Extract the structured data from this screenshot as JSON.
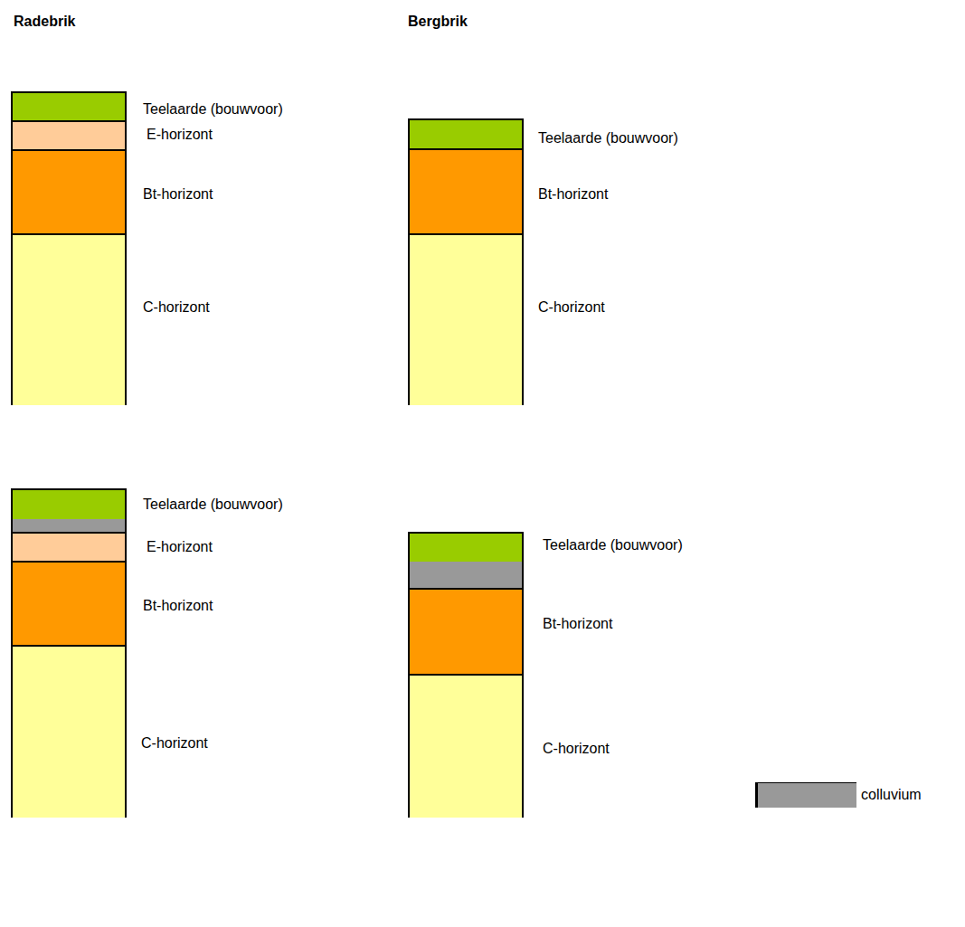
{
  "diagram": {
    "nodes": [
      {
        "text": [
          "Teelaarde (bouwvoor)"
        ]
      },
      {
        "text": [
          "E-horizont"
        ]
      },
      {
        "text": [
          "Bt-horizont"
        ]
      },
      {
        "text": [
          "C-horizont"
        ]
      },
      {
        "text": [
          "Teelaarde (bouwvoor)"
        ]
      },
      {
        "text": [
          "Bt-horizont"
        ]
      },
      {
        "text": [
          "C-horizont"
        ]
      },
      {
        "text": [
          "Teelaarde (bouwvoor)"
        ]
      },
      {
        "text": [
          "E-horizont"
        ]
      },
      {
        "text": [
          "Bt-horizont"
        ]
      },
      {
        "text": [
          "C-horizont"
        ]
      },
      {
        "text": [
          "Teelaarde (bouwvoor)"
        ]
      },
      {
        "text": [
          "Bt-horizont"
        ]
      },
      {
        "text": [
          "C-horizont"
        ]
      }
    ],
    "labels": [
      "Radebrik",
      "Bergbrik"
    ],
    "legend": [
      {
        "text": "colluvium",
        "color": "#999999"
      }
    ]
  }
}
